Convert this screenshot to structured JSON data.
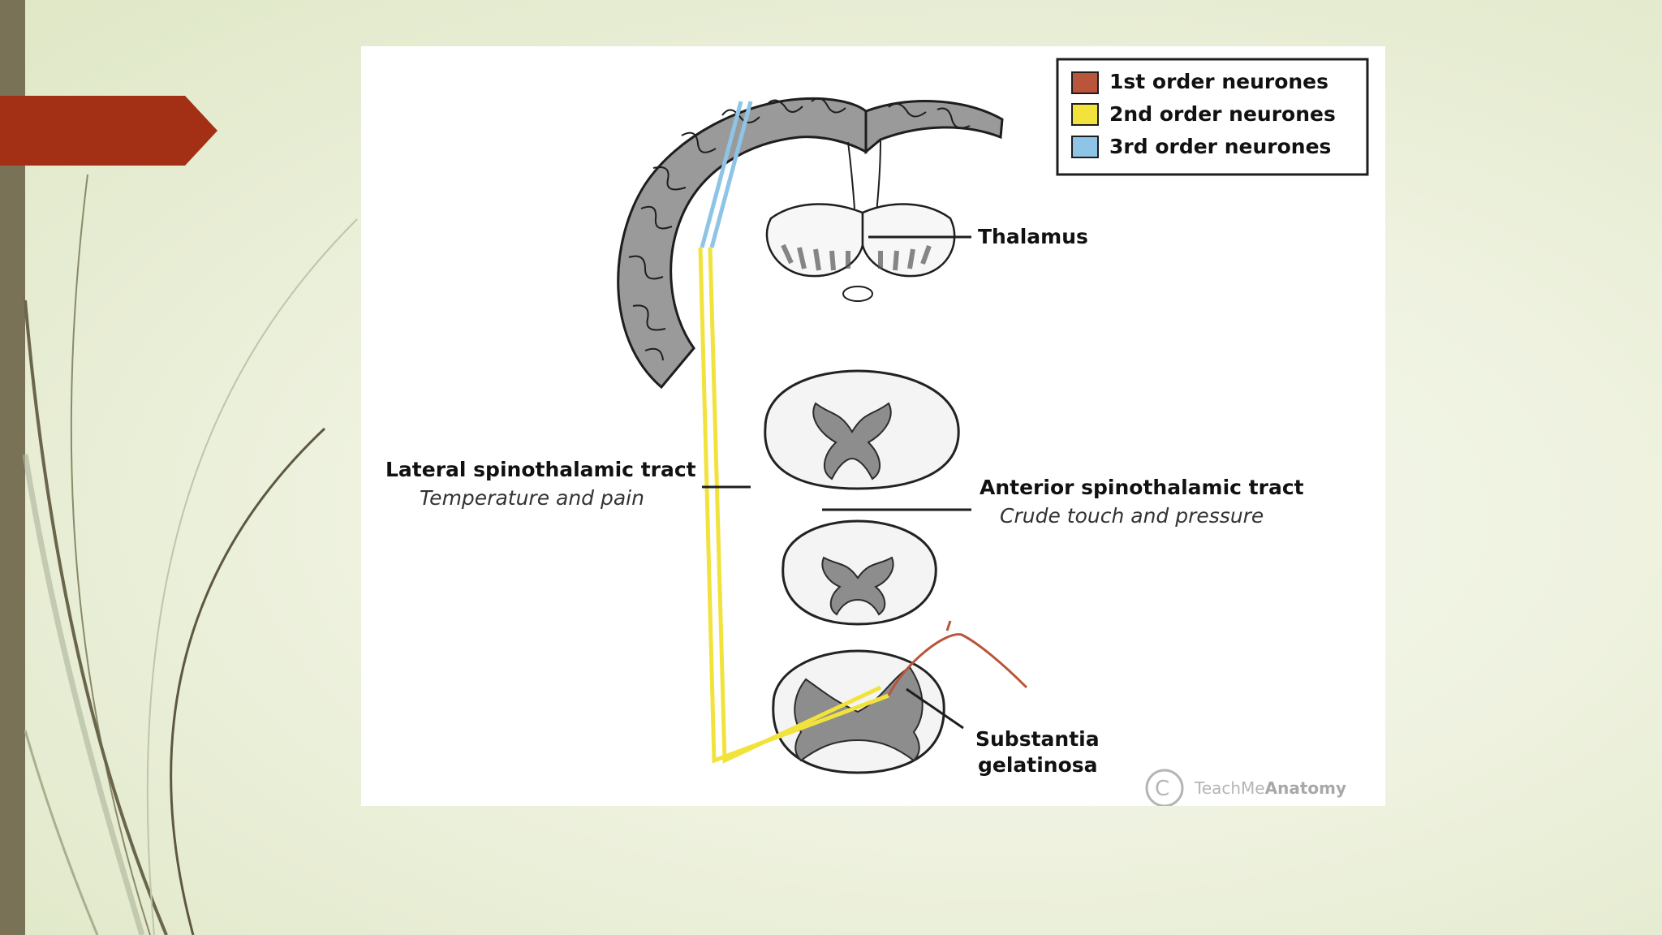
{
  "legend": {
    "items": [
      {
        "label": "1st order neurones",
        "color": "#b8553a"
      },
      {
        "label": "2nd order neurones",
        "color": "#f2e23c"
      },
      {
        "label": "3rd order neurones",
        "color": "#8ec4e6"
      }
    ]
  },
  "labels": {
    "thalamus": "Thalamus",
    "lateral_title": "Lateral spinothalamic tract",
    "lateral_sub": "Temperature and pain",
    "anterior_title": "Anterior spinothalamic tract",
    "anterior_sub": "Crude touch and pressure",
    "substantia_line1": "Substantia",
    "substantia_line2": "gelatinosa"
  },
  "watermark": {
    "symbol": "C",
    "text_light": "TeachMe",
    "text_bold": "Anatomy"
  },
  "colors": {
    "accent_red": "#a33015",
    "side_bar": "#7a7256",
    "first_order": "#b8553a",
    "second_order": "#f2e23c",
    "third_order": "#8ec4e6"
  }
}
